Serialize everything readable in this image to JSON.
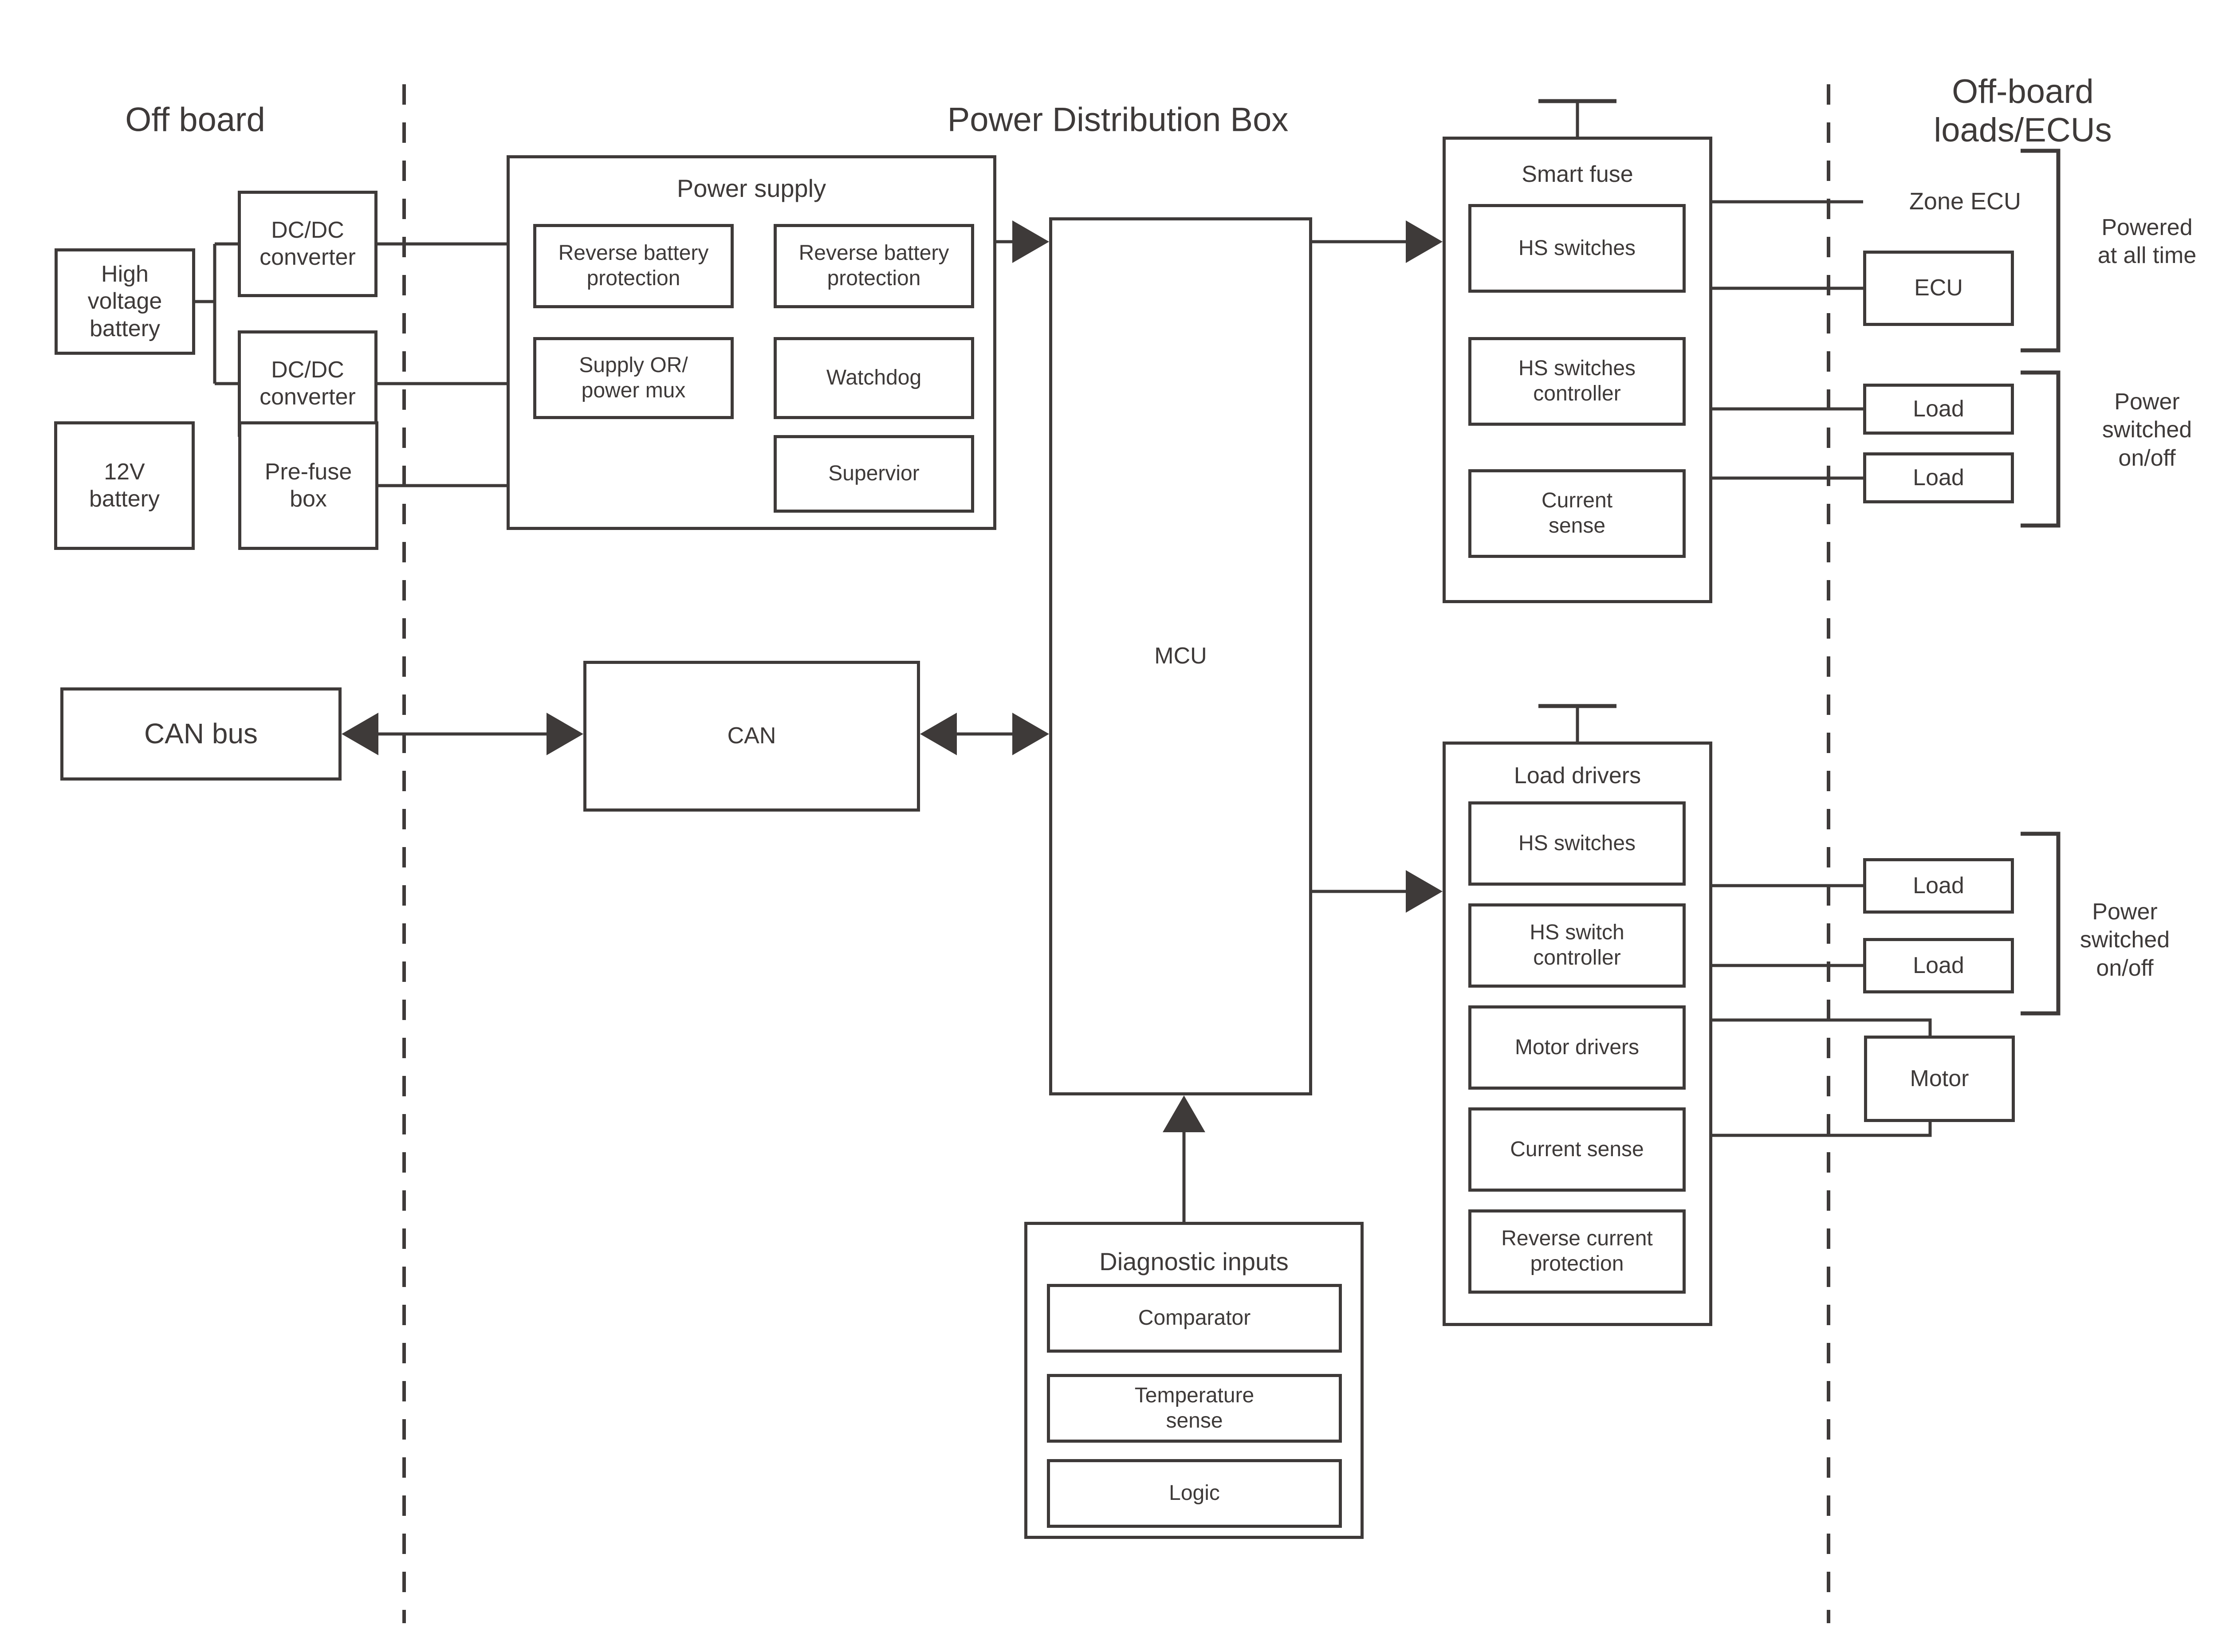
{
  "headers": {
    "left": "Off board",
    "center": "Power Distribution Box",
    "right": "Off-board loads/ECUs"
  },
  "off_board": {
    "hv_battery": "High\nvoltage\nbattery",
    "dcdc_converter_1": "DC/DC\nconverter",
    "dcdc_converter_2": "DC/DC\nconverter",
    "battery_12v": "12V\nbattery",
    "pre_fuse_box": "Pre-fuse\nbox",
    "can_bus": "CAN bus"
  },
  "power_supply": {
    "title": "Power supply",
    "reverse_battery_protection_1": "Reverse battery\nprotection",
    "reverse_battery_protection_2": "Reverse battery\nprotection",
    "supply_or_power_mux": "Supply OR/\npower mux",
    "watchdog": "Watchdog",
    "supervior": "Supervior"
  },
  "power_distribution": {
    "can": "CAN",
    "mcu": "MCU"
  },
  "smart_fuse": {
    "title": "Smart fuse",
    "hs_switches": "HS switches",
    "hs_switches_controller": "HS switches\ncontroller",
    "current_sense": "Current\nsense"
  },
  "load_drivers": {
    "title": "Load drivers",
    "hs_switches": "HS switches",
    "hs_switch_controller": "HS switch\ncontroller",
    "motor_drivers": "Motor drivers",
    "current_sense": "Current sense",
    "reverse_current_protection": "Reverse current\nprotection"
  },
  "diagnostic_inputs": {
    "title": "Diagnostic inputs",
    "comparator": "Comparator",
    "temperature_sense": "Temperature\nsense",
    "logic": "Logic"
  },
  "right": {
    "zone_ecu": "Zone ECU",
    "ecu": "ECU",
    "load_1": "Load",
    "load_2": "Load",
    "load_3": "Load",
    "load_4": "Load",
    "motor": "Motor",
    "powered_at_all_time": "Powered\nat all time",
    "power_switched_top": "Power\nswitched\non/off",
    "power_switched_bottom": "Power\nswitched\non/off"
  },
  "colors": {
    "ink": "#3e3a39",
    "background": "#ffffff"
  }
}
